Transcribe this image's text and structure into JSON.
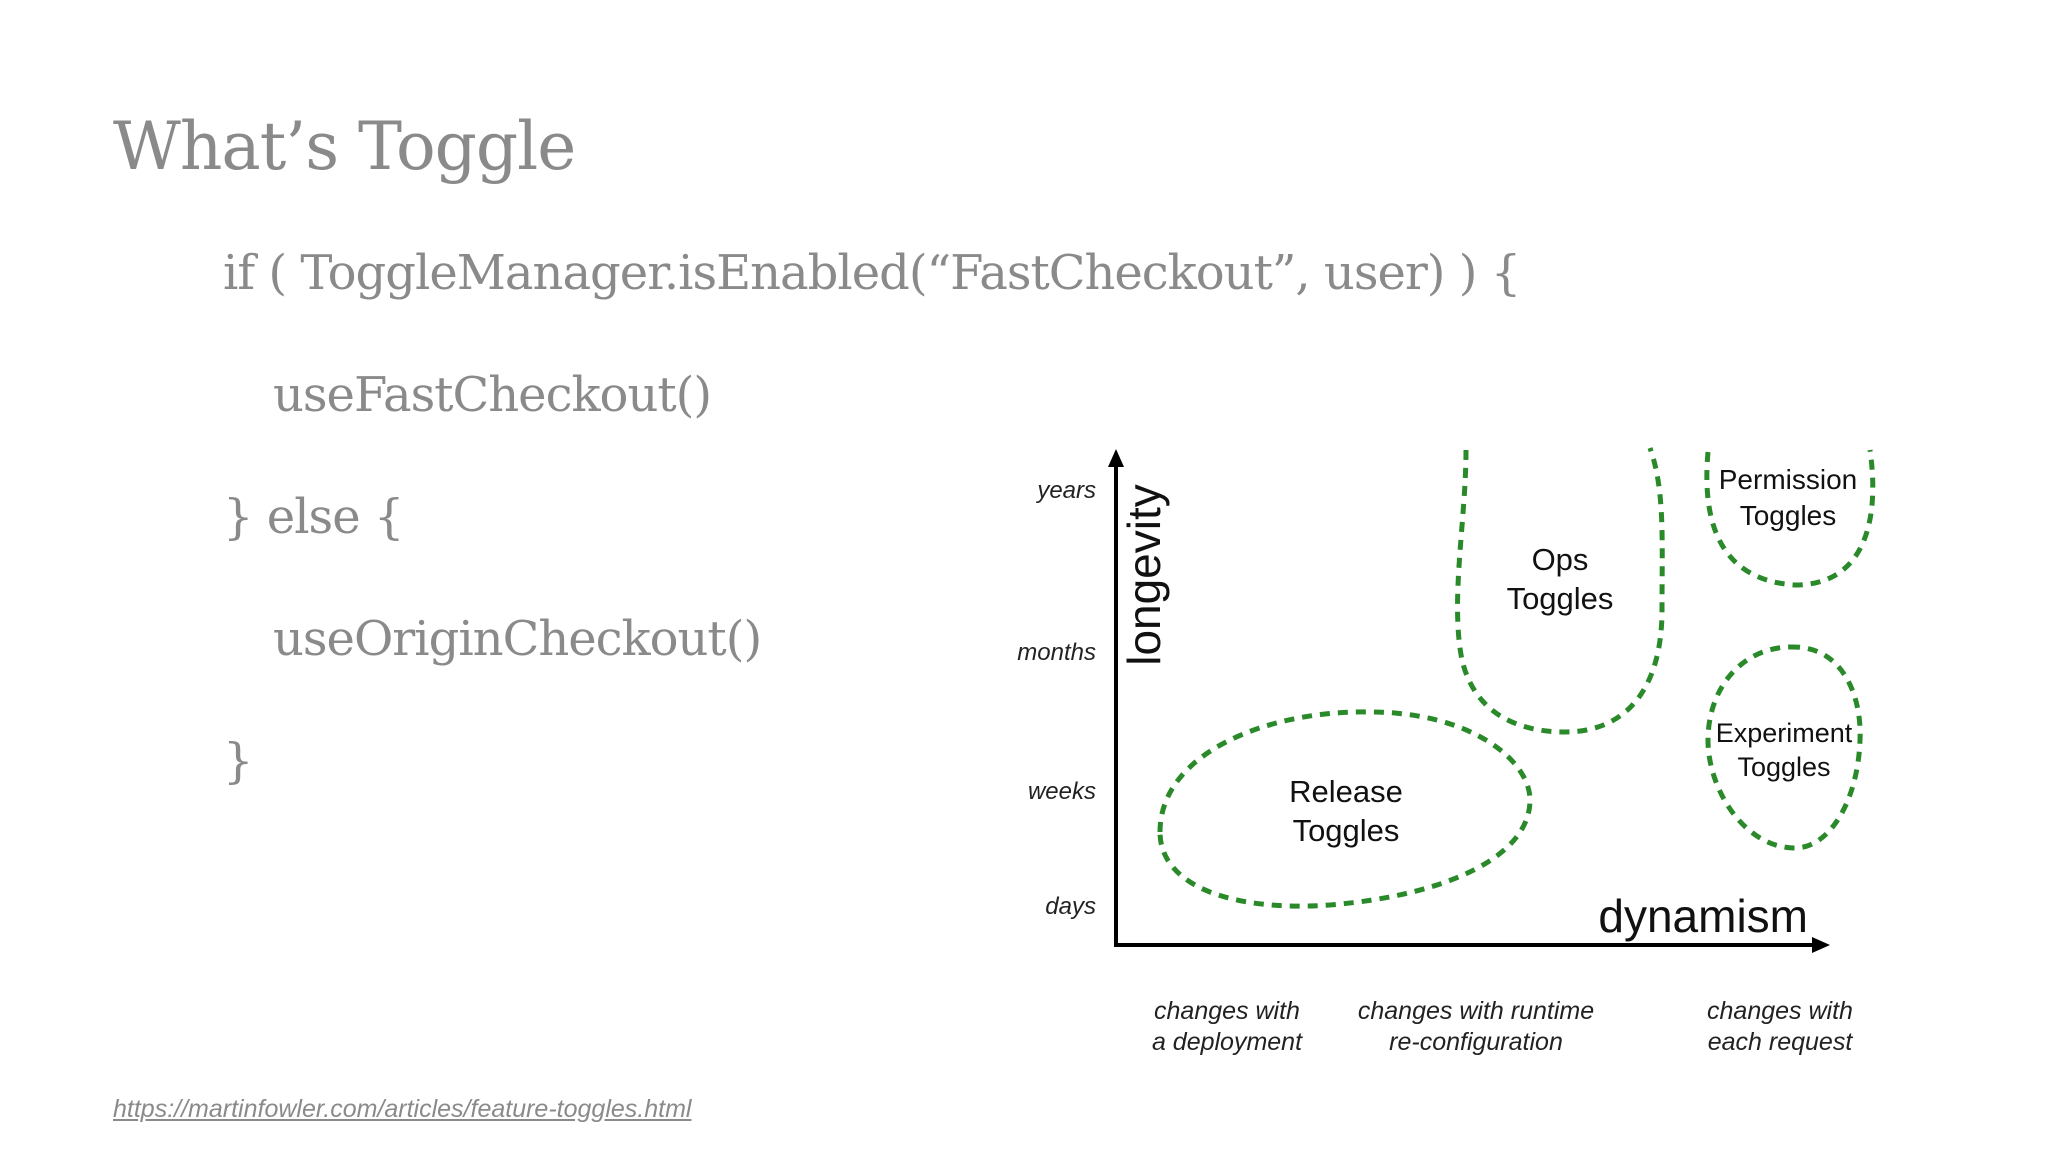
{
  "slide": {
    "title": "What’s Toggle",
    "code_lines": [
      "if ( ToggleManager.isEnabled(“FastCheckout”, user) ) {",
      "useFastCheckout()",
      "} else {",
      "useOriginCheckout()",
      "}"
    ],
    "source_link": "https://martinfowler.com/articles/feature-toggles.html"
  },
  "diagram": {
    "y_axis_title": "longevity",
    "x_axis_title": "dynamism",
    "y_ticks": [
      "years",
      "months",
      "weeks",
      "days"
    ],
    "x_categories": [
      {
        "line1": "changes with",
        "line2": "a deployment"
      },
      {
        "line1": "changes with runtime",
        "line2": "re-configuration"
      },
      {
        "line1": "changes with",
        "line2": "each request"
      }
    ],
    "regions": [
      {
        "line1": "Release",
        "line2": "Toggles"
      },
      {
        "line1": "Ops",
        "line2": "Toggles"
      },
      {
        "line1": "Permission",
        "line2": "Toggles"
      },
      {
        "line1": "Experiment",
        "line2": "Toggles"
      }
    ],
    "colors": {
      "dashed_outline": "#2a8a2a",
      "axis": "#000000",
      "text_gray": "#8a8a8a"
    }
  }
}
